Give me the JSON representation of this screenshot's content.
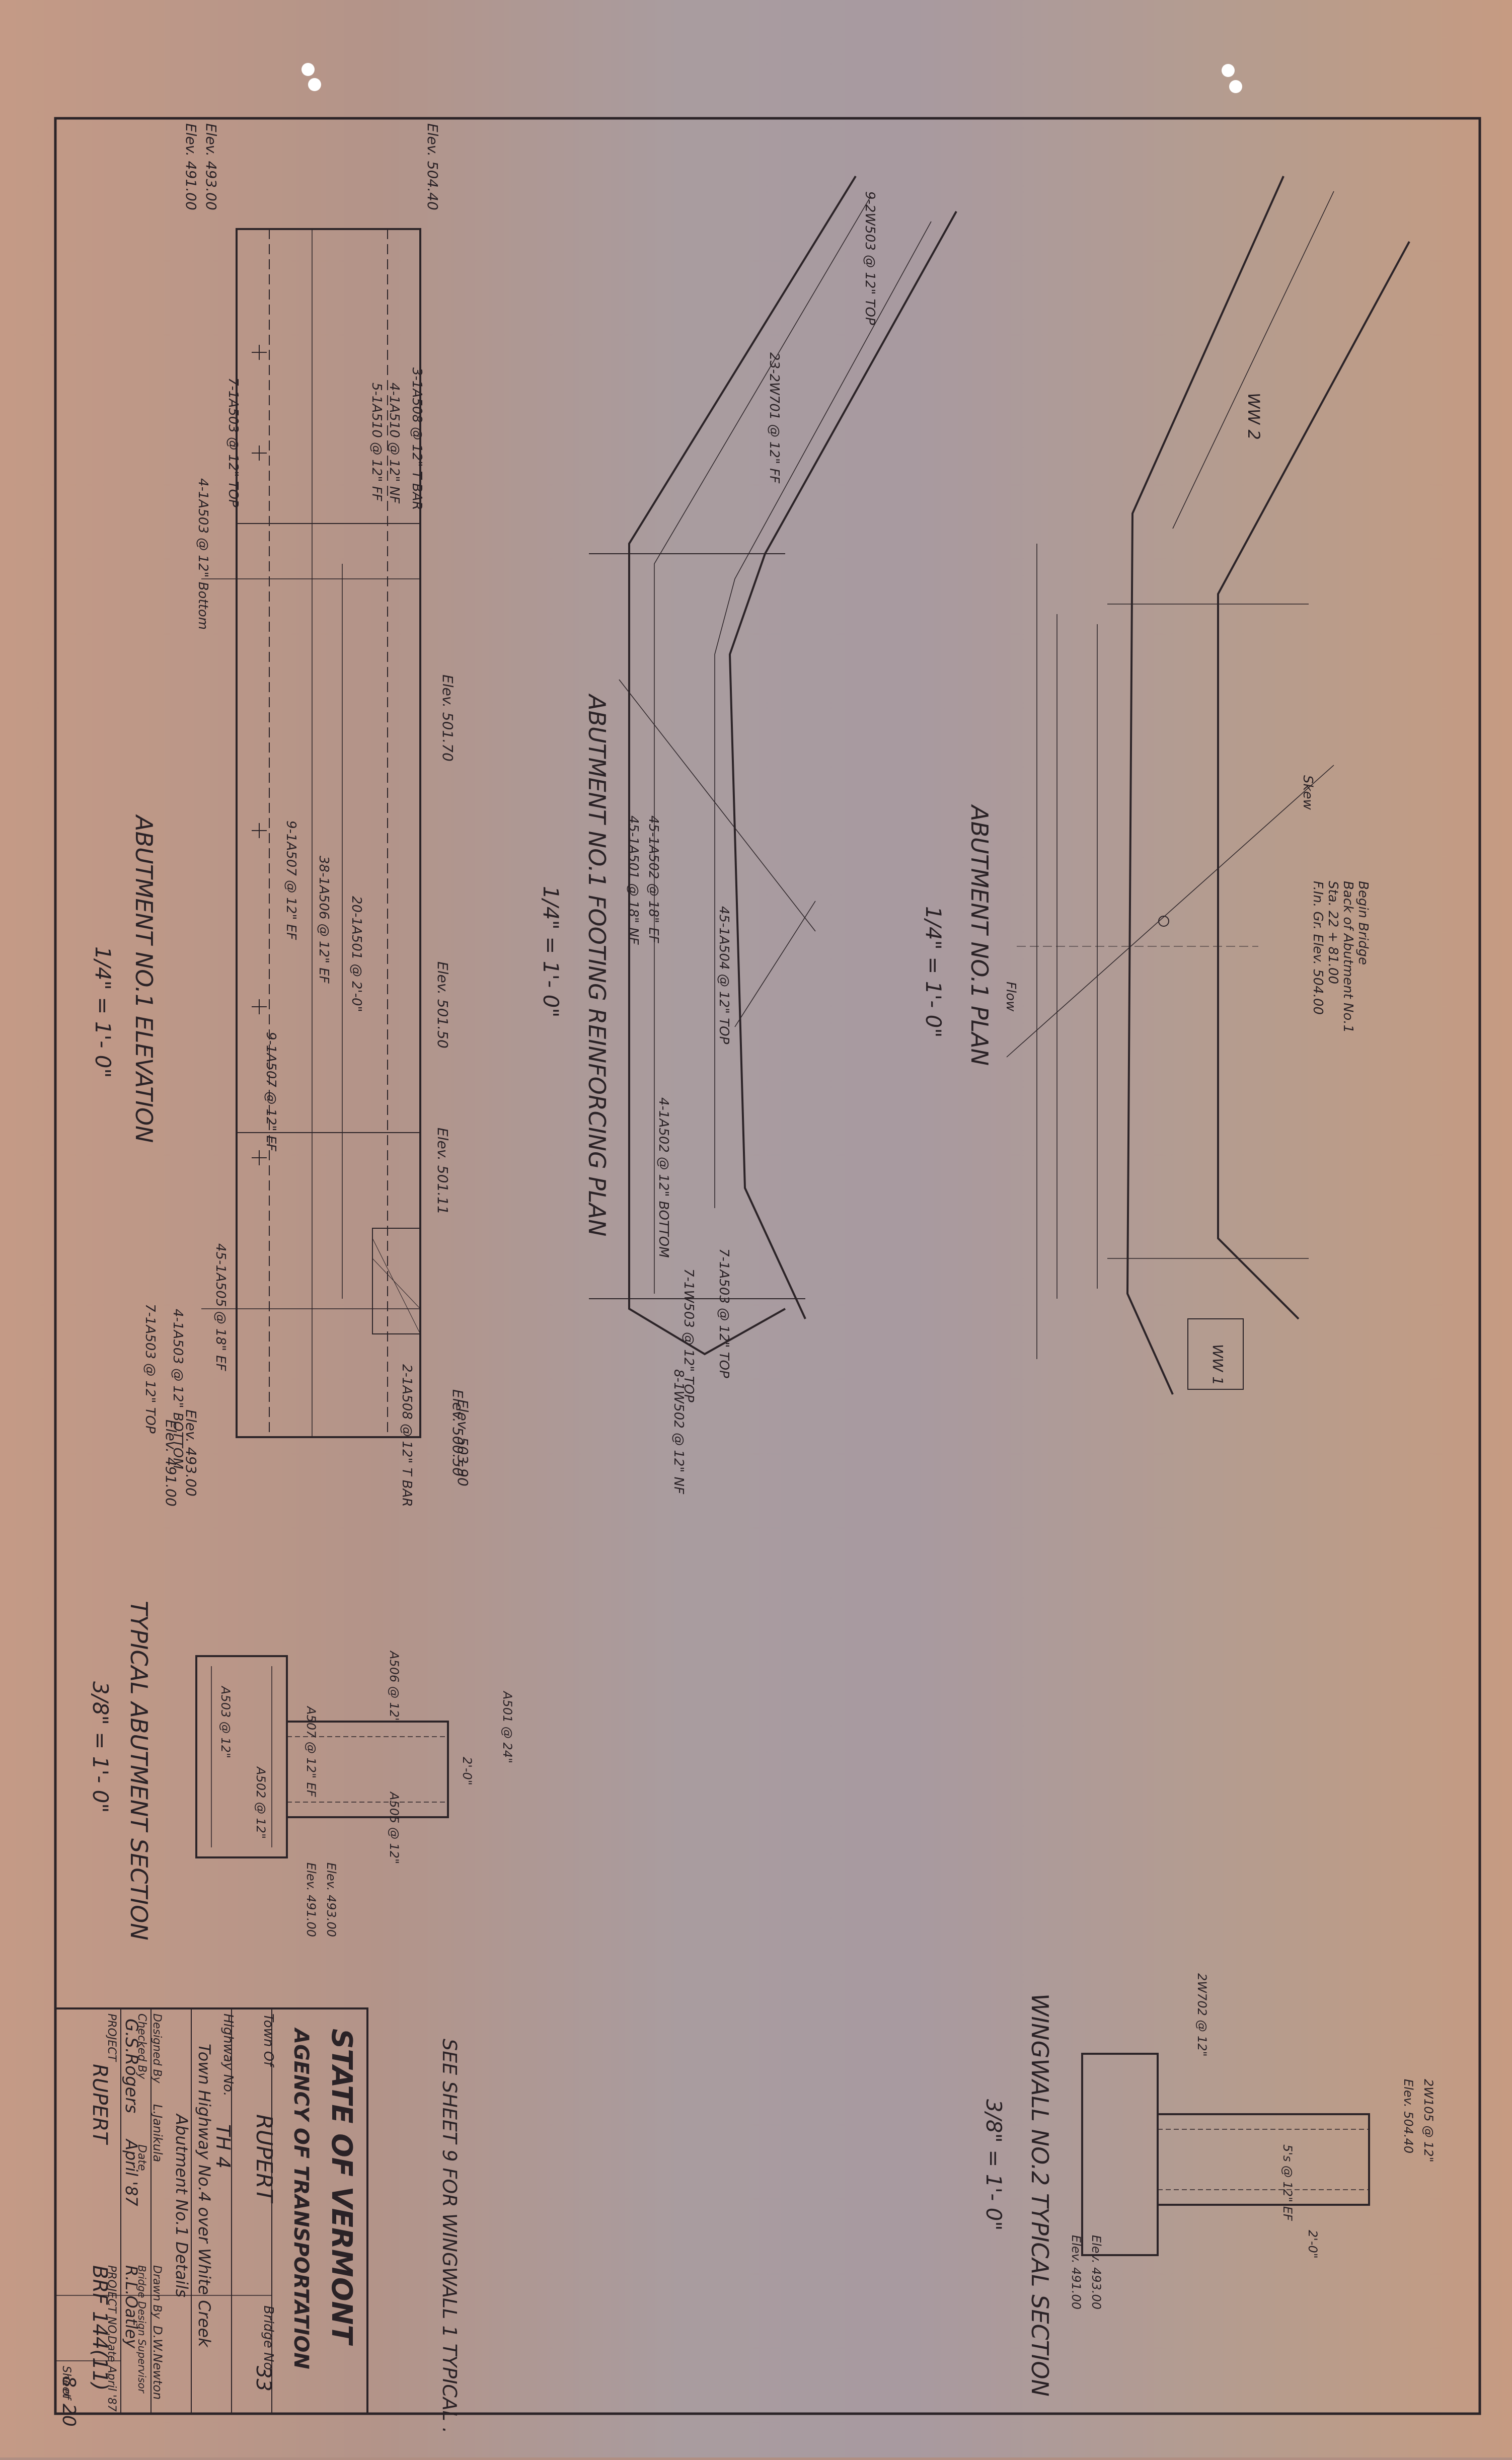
{
  "agency": {
    "state": "STATE OF VERMONT",
    "agency_name": "AGENCY OF TRANSPORTATION"
  },
  "title_block": {
    "town_label": "Town Of",
    "town": "RUPERT",
    "highway_label": "Highway No.",
    "highway": "TH 4",
    "bridge_label": "Bridge No.",
    "bridge": "33",
    "project_title": "Town Highway No.4 over White Creek",
    "sheet_title": "Abutment No.1 Details",
    "designed_by_label": "Designed By",
    "designed_by": "L.Janikula",
    "checked_by_label": "Checked By",
    "checked_by": "G.S.Rogers",
    "date_label": "Date",
    "date": "April '87",
    "drawn_by_label": "Drawn By",
    "drawn_by": "D.W.Newton",
    "supervisor_label": "Bridge Design Supervisor",
    "supervisor": "R.L.Oatley",
    "project_label": "PROJECT",
    "project": "RUPERT",
    "project_no_label": "PROJECT NO.",
    "project_no": "BRF 144(11)",
    "sheet_label": "Sheet",
    "sheet": "8",
    "of_label": "of",
    "total": "20",
    "date2": "Date April '87"
  },
  "note": "SEE SHEET 9 FOR WINGWALL 1 TYPICAL .",
  "views": {
    "elevation_title": "ABUTMENT NO.1 ELEVATION",
    "elevation_scale": "1/4\" = 1'- 0\"",
    "footing_title": "ABUTMENT NO.1 FOOTING REINFORCING PLAN",
    "footing_scale": "1/4\" = 1'- 0\"",
    "plan_title": "ABUTMENT NO.1 PLAN",
    "plan_scale": "1/4\" = 1'- 0\"",
    "section_title": "TYPICAL ABUTMENT SECTION",
    "section_scale": "3/8\" = 1'- 0\"",
    "wingwall_title": "WINGWALL NO.2 TYPICAL SECTION",
    "wingwall_scale": "3/8\" = 1'- 0\""
  },
  "elevation_labels": [
    "Elev. 504.40",
    "Elev. 493.00",
    "Elev. 491.00",
    "Elev. 501.70",
    "Elev. 501.50",
    "Elev. 501.11",
    "Elev. 503.90",
    "Elev. 500.50",
    "Elev. 493.00",
    "Elev. 491.00"
  ],
  "bar_labels": [
    "3-1A508 @ 12\" T BAR",
    "4-1A510 @ 12\" NF",
    "5-1A510 @ 12\" FF",
    "7-1A503 @ 12\" TOP",
    "4-1A503 @ 12\" Bottom",
    "20-1A501 @ 2'-0\"",
    "38-1A506 @ 12\" EF",
    "9-1A507 @ 12\" EF",
    "45-1A505 @ 18\" EF",
    "9-1A507 @ 12\" EF",
    "7-1A503 @ 12\" TOP",
    "4-1A503 @ 12\" BOTTOM",
    "2-1A508 @ 12\" T BAR",
    "45-1A502 @ 18\" EF",
    "45-1A501 @ 18\" NF",
    "45-1A504 @ 12\" TOP",
    "4-1A502 @ 12\" BOTTOM",
    "7-1A503 @ 12\" TOP",
    "7-1W503 @ 12\" TOP",
    "8-1W502 @ 12\" NF",
    "9-2W503 @ 12\" TOP",
    "23-2W701 @ 12\" FF"
  ],
  "plan_labels": {
    "wall": "WW 2",
    "wall1": "WW 1",
    "begin_bridge": "Begin Bridge",
    "back_abutment": "Back of Abutment No.1",
    "station": "Sta. 22 + 81.00",
    "grade": "F.In. Gr. Elev. 504.00",
    "flow": "Flow",
    "skew": "Skew"
  },
  "section_labels": [
    "2'-0\"",
    "A507 @ 12\" EF",
    "A506 @ 12\"",
    "A505 @ 12\"",
    "A501 @ 24\"",
    "A502 @ 12\"",
    "A503 @ 12\"",
    "Elev. 493.00",
    "Elev. 491.00"
  ],
  "wingwall_labels": [
    "2W105 @ 12\"",
    "Elev. 504.40",
    "2W702 @ 12\"",
    "5's @ 12\" EF",
    "2'-0\"",
    "Elev. 493.00",
    "Elev. 491.00"
  ]
}
